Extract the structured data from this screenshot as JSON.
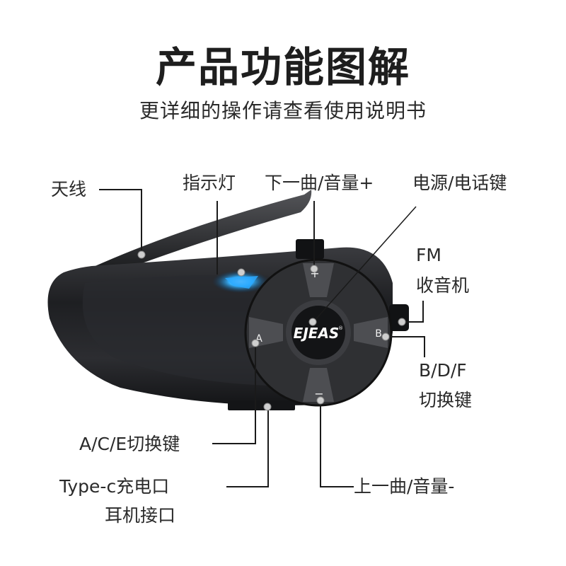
{
  "header": {
    "title": "产品功能图解",
    "subtitle": "更详细的操作请查看使用说明书"
  },
  "device": {
    "brand": "EJEAS",
    "brand_mark": "®",
    "button_marks": {
      "plus": "+",
      "minus": "−",
      "left": "A",
      "right": "B"
    },
    "colors": {
      "body": "#1c1d20",
      "dial": "#3a3b3e",
      "dial_light": "#5a5b5e",
      "led": "#2aa8ff",
      "callout_dot": "#c8c8c8",
      "line": "#1a1a1a"
    }
  },
  "callouts": {
    "antenna": "天线",
    "indicator": "指示灯",
    "next_volume_up": "下一曲/音量+",
    "power_phone": "电源/电话键",
    "fm_line1": "FM",
    "fm_line2": "收音机",
    "bdf_line1": "B/D/F",
    "bdf_line2": "切换键",
    "ace": "A/C/E切换键",
    "typec_line1": "Type-c充电口",
    "typec_line2": "耳机接口",
    "prev_volume_down": "上一曲/音量-"
  }
}
